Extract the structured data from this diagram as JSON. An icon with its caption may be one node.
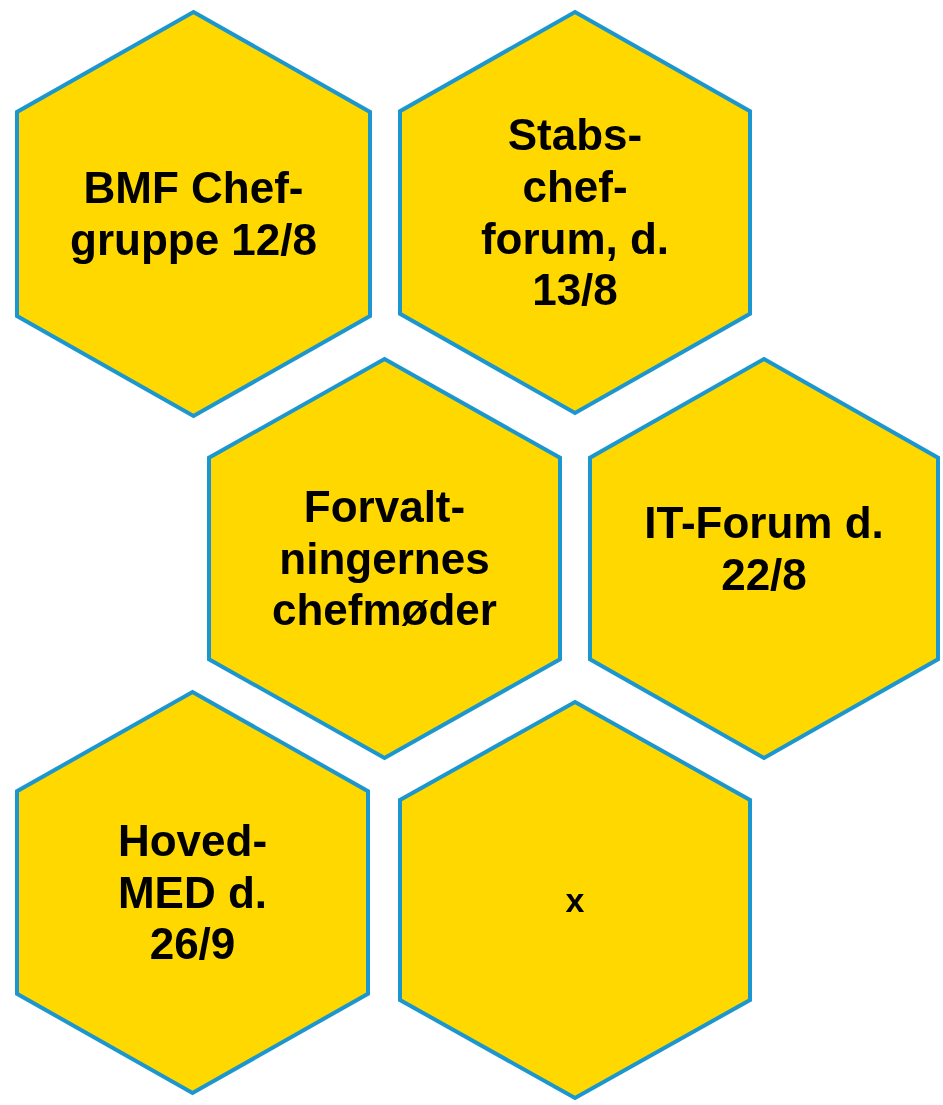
{
  "diagram": {
    "nodes": [
      {
        "text": [
          "BMF Chef- gruppe 12/8"
        ]
      },
      {
        "text": [
          "Stabs- chef- forum, d. 13/8"
        ]
      },
      {
        "text": [
          "Forvalt- ningernes chefmøder"
        ]
      },
      {
        "text": [
          "IT-Forum d. 22/8"
        ]
      },
      {
        "text": [
          "Hoved- MED d. 26/9"
        ]
      },
      {
        "text": [
          "x"
        ]
      }
    ]
  }
}
